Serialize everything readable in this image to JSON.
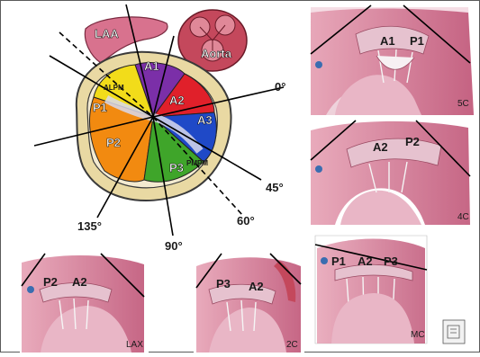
{
  "main_diagram": {
    "laa": "LAA",
    "aorta": "Aorta",
    "segments": {
      "a1": "A1",
      "a2": "A2",
      "a3": "A3",
      "p1": "P1",
      "p2": "P2",
      "p3": "P3"
    },
    "alpm": "ALPM",
    "pmpm": "PMPM",
    "angles": {
      "a0": "0°",
      "a45": "45°",
      "a60": "60°",
      "a90": "90°",
      "a135": "135°"
    },
    "colors": {
      "A1": "#7b2fa8",
      "A2": "#e0202a",
      "A3": "#1f49c7",
      "P1": "#f2dc1a",
      "P2": "#f28a10",
      "P3": "#3fa52a",
      "tissue": "#e9d9a3",
      "laa": "#d8728e",
      "aorta": "#c4485c"
    }
  },
  "views": {
    "v5c": {
      "name": "5C",
      "l1": "A1",
      "l2": "P1"
    },
    "v4c": {
      "name": "4C",
      "l1": "A2",
      "l2": "P2"
    },
    "vmc": {
      "name": "MC",
      "l1": "P1",
      "l2": "A2",
      "l3": "P3"
    },
    "vlax": {
      "name": "LAX",
      "l1": "P2",
      "l2": "A2"
    },
    "v2c": {
      "name": "2C",
      "l1": "P3",
      "l2": "A2"
    }
  }
}
